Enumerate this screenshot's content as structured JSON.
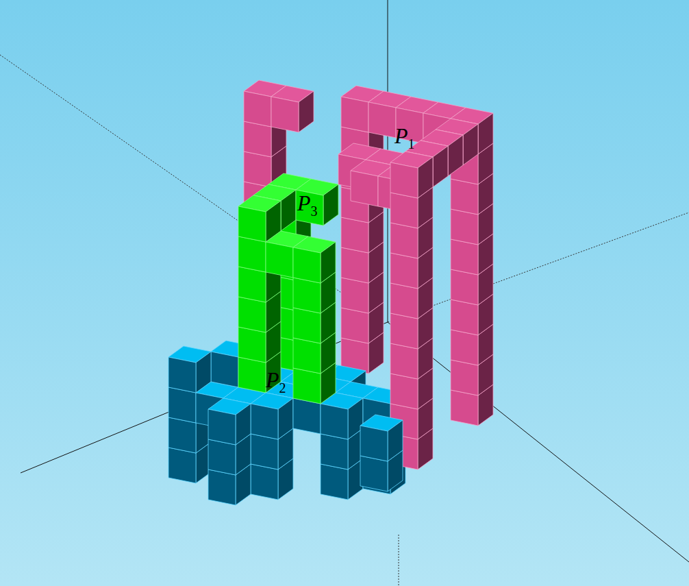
{
  "diagram": {
    "labels": [
      "P1",
      "P3",
      "P2"
    ]
  }
}
